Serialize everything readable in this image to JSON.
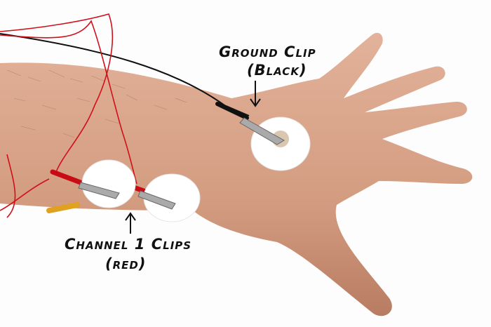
{
  "annotations": {
    "ground": {
      "line1": "Ground Clip",
      "line2": "(Black)"
    },
    "channel": {
      "line1": "Channel 1 Clips",
      "line2": "(red)"
    }
  },
  "colors": {
    "skin": "#d9a286",
    "red_wire": "#d0101a",
    "black_wire": "#111111",
    "electrode": "#ffffff"
  }
}
